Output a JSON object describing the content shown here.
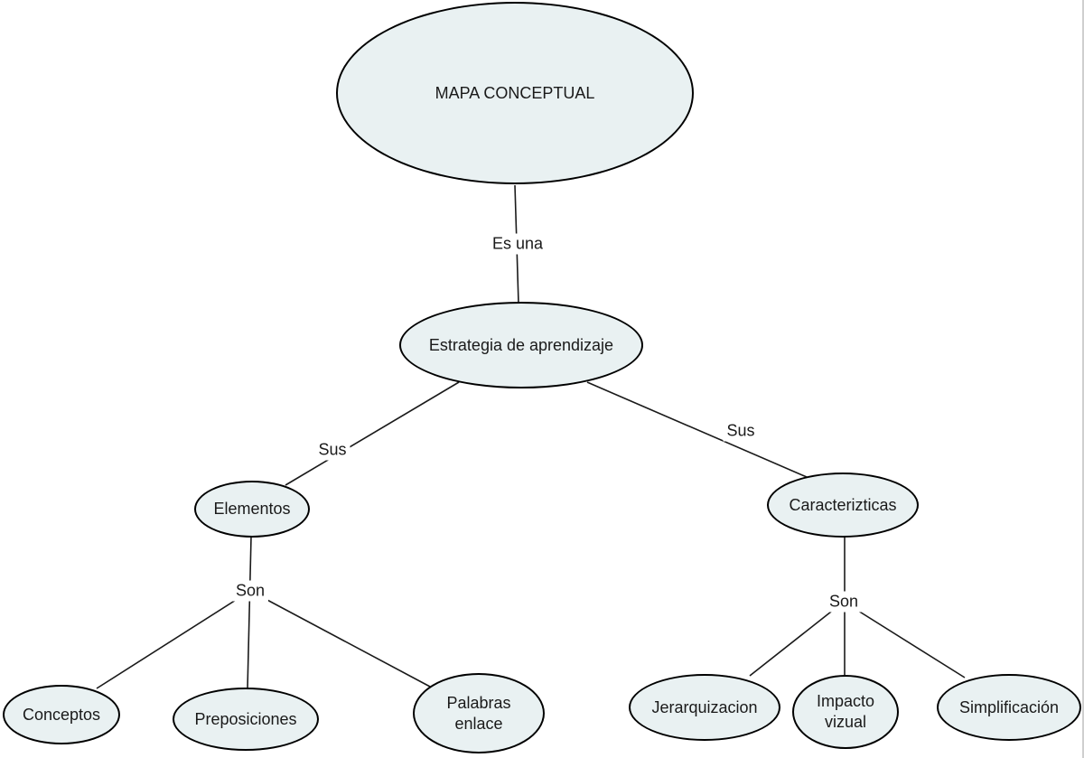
{
  "diagram": {
    "type": "concept-map",
    "colors": {
      "background": "#ffffff",
      "node_fill": "#e9f1f2",
      "node_stroke": "#000000",
      "line": "#1a1a1a",
      "text": "#1a1a1a",
      "right_edge_border": "#cfcfcf"
    },
    "nodes": {
      "root": {
        "label": "MAPA CONCEPTUAL"
      },
      "estrategia": {
        "label": "Estrategia de aprendizaje"
      },
      "elementos": {
        "label": "Elementos"
      },
      "caracterizticas": {
        "label": "Caracterizticas"
      },
      "conceptos": {
        "label": "Conceptos"
      },
      "preposiciones": {
        "label": "Preposiciones"
      },
      "palabras_enlace": {
        "line1": "Palabras",
        "line2": "enlace"
      },
      "jerarquizacion": {
        "label": "Jerarquizacion"
      },
      "impacto_vizual": {
        "line1": "Impacto",
        "line2": "vizual"
      },
      "simplificacion": {
        "label": "Simplificación"
      }
    },
    "edge_labels": {
      "es_una": "Es una",
      "sus_left": "Sus",
      "sus_right": "Sus",
      "son_left": "Son",
      "son_right": "Son"
    }
  }
}
